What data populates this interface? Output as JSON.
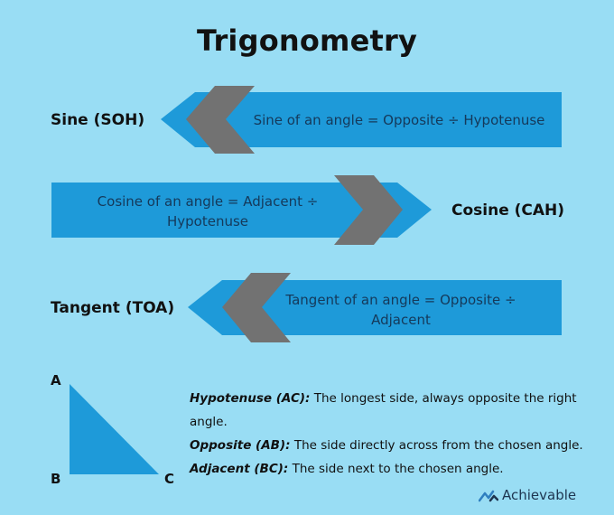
{
  "title": "Trigonometry",
  "rows": [
    {
      "label": "Sine (SOH)",
      "text": "Sine of an angle = Opposite ÷ Hypotenuse"
    },
    {
      "label": "Cosine (CAH)",
      "text_line1": "Cosine of an angle = Adjacent ÷",
      "text_line2": "Hypotenuse"
    },
    {
      "label": "Tangent (TOA)",
      "text_line1": "Tangent of an angle = Opposite ÷",
      "text_line2": "Adjacent"
    }
  ],
  "triangle": {
    "vertex_a": "A",
    "vertex_b": "B",
    "vertex_c": "C"
  },
  "definitions": [
    {
      "term": "Hypotenuse (AC):",
      "text": " The longest side, always opposite the right",
      "text2": "angle."
    },
    {
      "term": "Opposite (AB):",
      "text": " The side directly across from the chosen angle."
    },
    {
      "term": "Adjacent (BC):",
      "text": " The side next to the chosen angle."
    }
  ],
  "brand": "Achievable",
  "colors": {
    "background": "#99DDF4",
    "arrow_blue": "#1E9AD9",
    "chevron_gray": "#717171",
    "triangle_blue": "#1E9AD9"
  }
}
